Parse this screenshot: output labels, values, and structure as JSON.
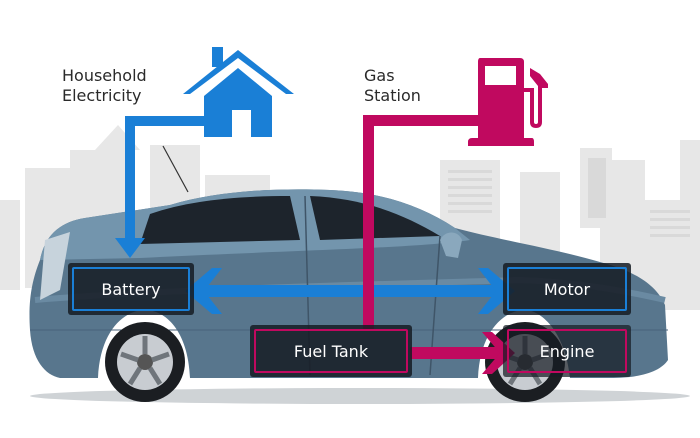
{
  "colors": {
    "electric": "#1a7fd6",
    "fuel": "#c0095f",
    "box_bg": "#1c232c",
    "buildings": "#e6e6e6",
    "car_body": "#5b7a92",
    "text_dark": "#2a2a2a"
  },
  "labels": {
    "household": [
      "Household",
      "Electricity"
    ],
    "gas": [
      "Gas",
      "Station"
    ]
  },
  "icons": {
    "house": "house-icon",
    "pump": "fuel-pump-icon"
  },
  "components": {
    "battery": "Battery",
    "motor": "Motor",
    "fuel_tank": "Fuel Tank",
    "engine": "Engine"
  },
  "flows": [
    {
      "from": "Household Electricity",
      "to": "Battery",
      "type": "electric"
    },
    {
      "from": "Battery",
      "to": "Motor",
      "type": "electric",
      "bidirectional": true
    },
    {
      "from": "Gas Station",
      "to": "Fuel Tank",
      "type": "fuel"
    },
    {
      "from": "Fuel Tank",
      "to": "Engine",
      "type": "fuel"
    }
  ]
}
